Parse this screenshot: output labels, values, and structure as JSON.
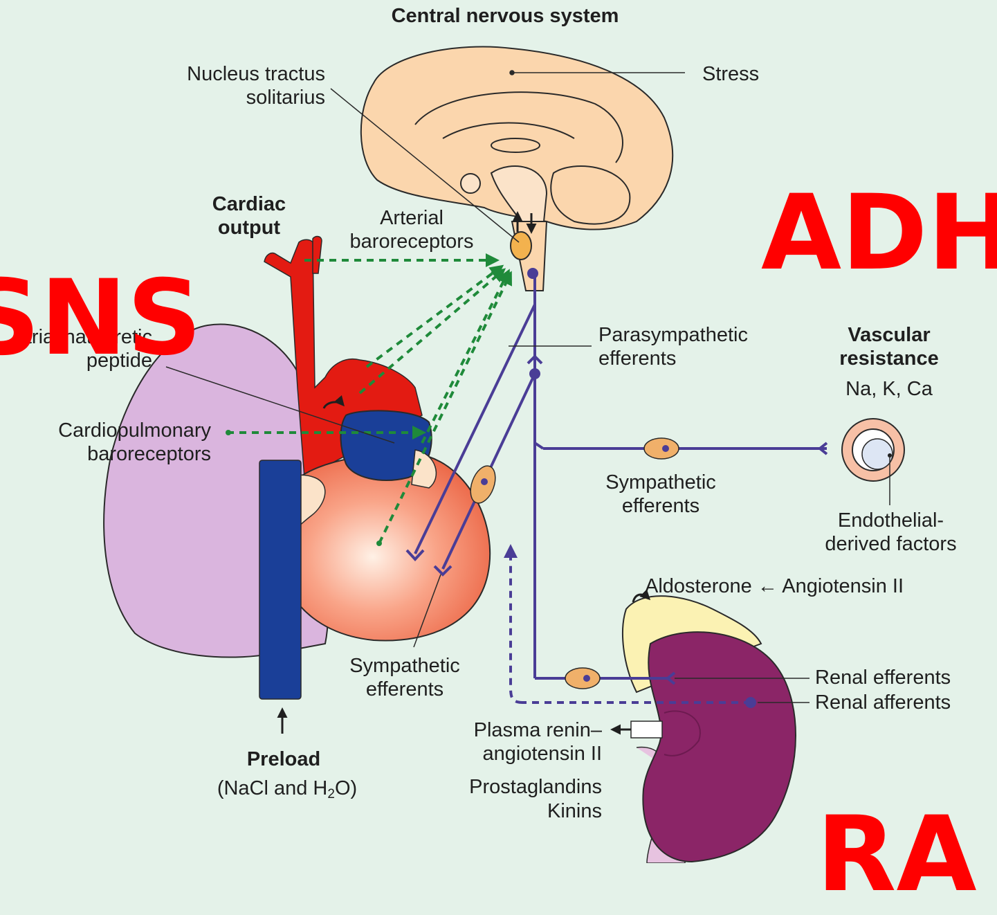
{
  "labels": {
    "cns": "Central nervous system",
    "nts": "Nucleus tractus solitarius",
    "stress": "Stress",
    "cardiac_output": "Cardiac output",
    "arterial_baro": "Arterial baroreceptors",
    "anp": "Atrial natriuretic peptide",
    "cardiopulm_baro": "Cardiopulmonary baroreceptors",
    "parasymp": "Parasympathetic efferents",
    "vascular_resistance": "Vascular resistance",
    "ions": "Na, K, Ca",
    "symp_vessel": "Sympathetic efferents",
    "endothelial": "Endothelial- derived factors",
    "aldosterone": "Aldosterone ← Angiotensin II",
    "symp_heart": "Sympathetic efferents",
    "renal_efferents": "Renal efferents",
    "renal_afferents": "Renal afferents",
    "preload": "Preload",
    "preload_detail_pre": "(NaCl and H",
    "preload_sub": "2",
    "preload_detail_post": "O)",
    "renin": "Plasma renin– angiotensin II",
    "prostaglandins": "Prostaglandins",
    "kinins": "Kinins"
  },
  "overlay": {
    "sns": "SNS",
    "adh": "ADH",
    "raas": "RA"
  },
  "colors": {
    "background": "#e4f2e9",
    "overlay_text": "#ff0000",
    "nerve": "#4a3d96",
    "reflex_arrow": "#1f8a3a",
    "artery": "#e31b12",
    "vein": "#1a3f98",
    "kidney": "#8b2567"
  }
}
